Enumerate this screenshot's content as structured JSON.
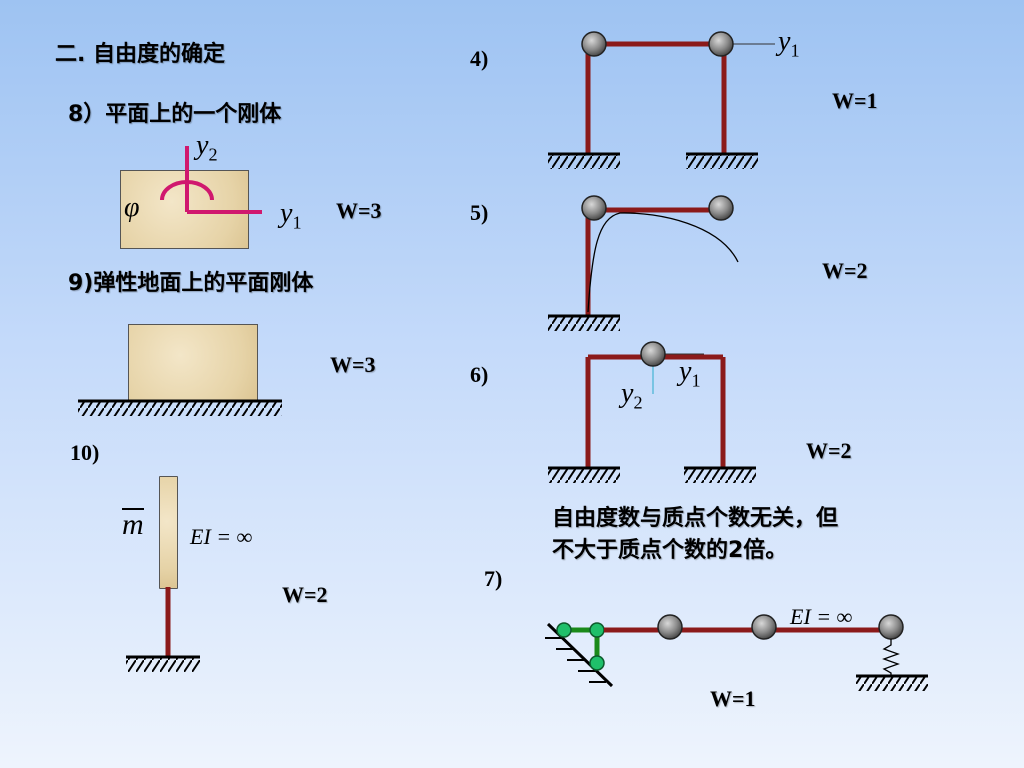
{
  "title": "二. 自由度的确定",
  "items": {
    "i8": {
      "label": "8）平面上的一个刚体",
      "w": "W=3",
      "phi": "φ",
      "y1": "y",
      "y1sub": "1",
      "y2": "y",
      "y2sub": "2"
    },
    "i9": {
      "label": "9)弹性地面上的平面刚体",
      "w": "W=3"
    },
    "i10": {
      "label": "10)",
      "w": "W=2",
      "m": "m",
      "ei": "EI = ∞"
    },
    "i4": {
      "label": "4)",
      "w": "W=1",
      "y1": "y",
      "y1sub": "1"
    },
    "i5": {
      "label": "5)",
      "w": "W=2"
    },
    "i6": {
      "label": "6)",
      "w": "W=2",
      "y1": "y",
      "y1sub": "1",
      "y2": "y",
      "y2sub": "2"
    },
    "i7": {
      "label": "7)",
      "w": "W=1",
      "ei": "EI = ∞"
    }
  },
  "note": [
    "自由度数与质点个数无关，但",
    "不大于质点个数的2倍。"
  ],
  "colors": {
    "frame": "#8b1a1a",
    "axis": "#d0186e",
    "link": "#1a8a1a",
    "node": "#6e6e6e"
  }
}
